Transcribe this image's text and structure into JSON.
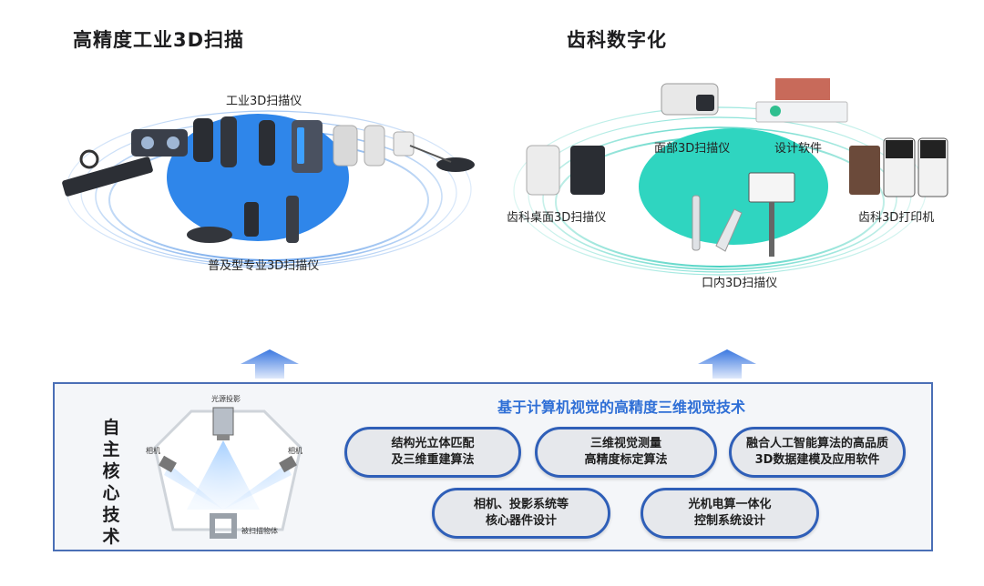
{
  "left": {
    "title": "高精度工业3D扫描",
    "top_label": "工业3D扫描仪",
    "bottom_label": "普及型专业3D扫描仪"
  },
  "right": {
    "title": "齿科数字化",
    "face_label": "面部3D扫描仪",
    "design_label": "设计软件",
    "desktop_label": "齿科桌面3D扫描仪",
    "printer_label": "齿科3D打印机",
    "intraoral_label": "口内3D扫描仪"
  },
  "core": {
    "side_title": "自主核心技术",
    "title": "基于计算机视觉的高精度三维视觉技术",
    "diagram": {
      "projector": "光源投影",
      "camera_left": "相机",
      "camera_right": "相机",
      "object": "被扫描物体"
    },
    "pills": [
      {
        "line1": "结构光立体匹配",
        "line2": "及三维重建算法"
      },
      {
        "line1": "三维视觉测量",
        "line2": "高精度标定算法"
      },
      {
        "line1": "融合人工智能算法的高品质",
        "line2": "3D数据建模及应用软件"
      },
      {
        "line1": "相机、投影系统等",
        "line2": "核心器件设计"
      },
      {
        "line1": "光机电算一体化",
        "line2": "控制系统设计"
      }
    ]
  },
  "colors": {
    "left_disc": "#2f86ea",
    "right_disc": "#2fd5c0",
    "panel_border": "#4a6fb6",
    "pill_border": "#2f5fb8",
    "accent_text": "#2f6fd6"
  }
}
